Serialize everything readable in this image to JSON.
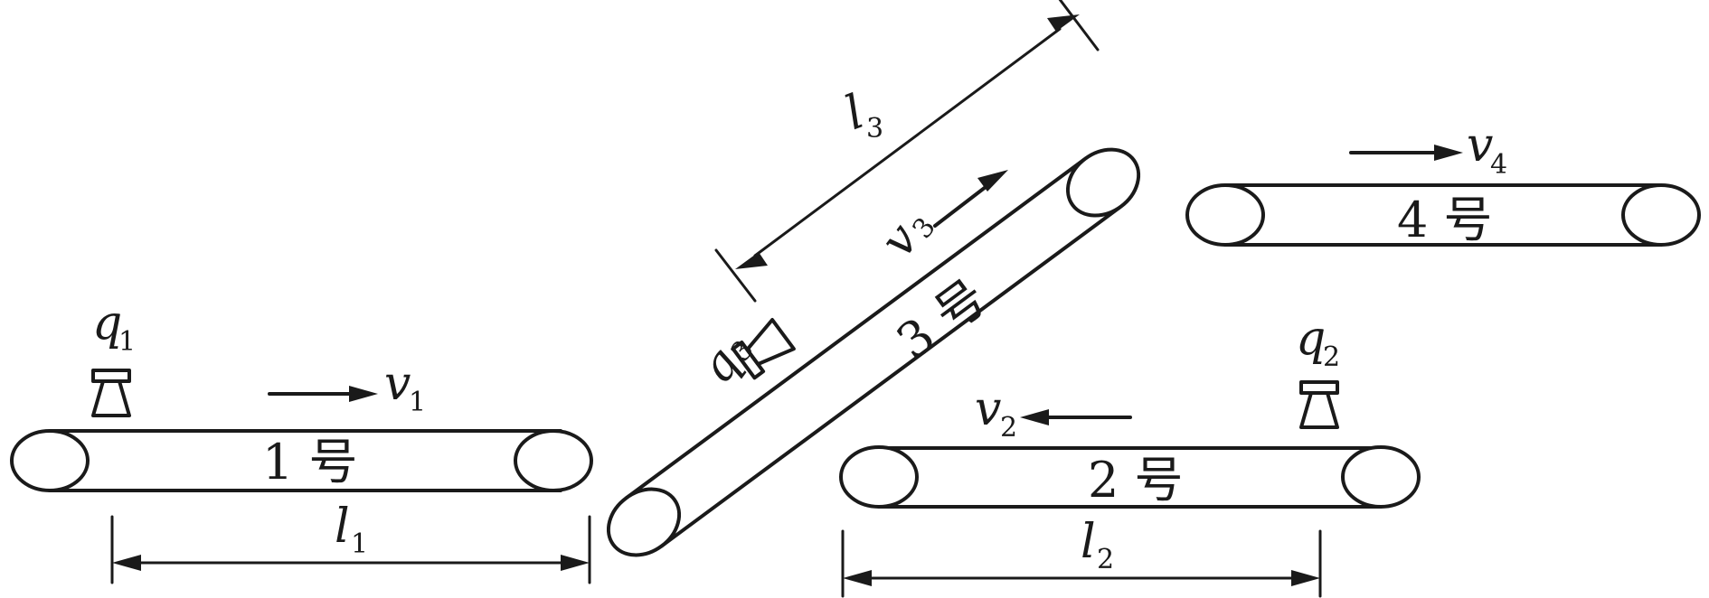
{
  "symbols": {
    "l": "l",
    "q": "q",
    "v": "v"
  },
  "labels": {
    "belt1": "1 号",
    "belt2": "2 号",
    "belt3": "3 号",
    "belt4": "4 号",
    "idx1": "1",
    "idx2": "2",
    "idx3": "3",
    "idx4": "4"
  }
}
